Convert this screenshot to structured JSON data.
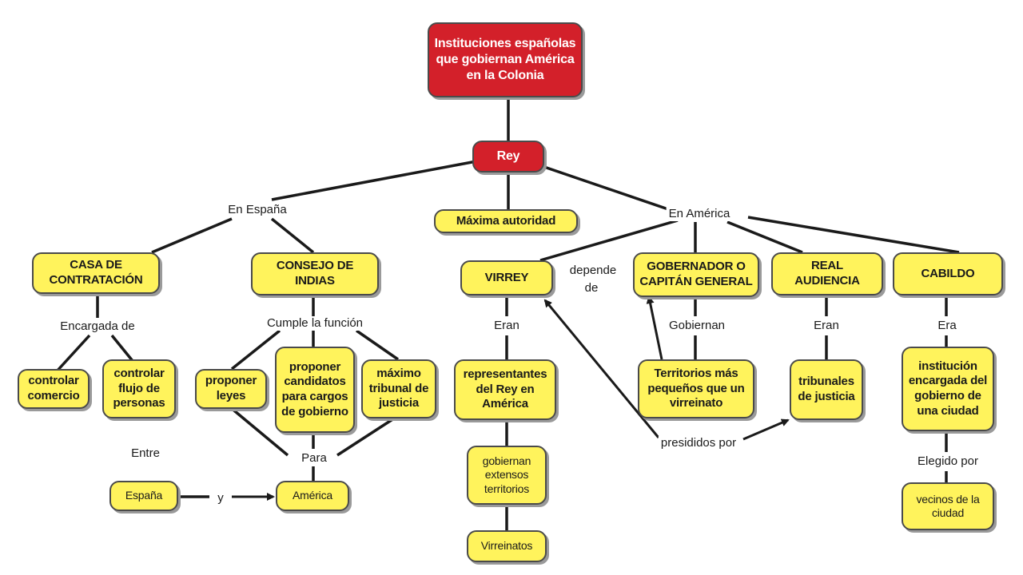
{
  "nodes": {
    "root": "Instituciones españolas que gobiernan América en la Colonia",
    "rey": "Rey",
    "maxima": "Máxima autoridad",
    "casa": "CASA DE CONTRATACIÓN",
    "consejo": "CONSEJO DE INDIAS",
    "virrey": "VIRREY",
    "gobernador": "GOBERNADOR O CAPITÁN GENERAL",
    "audiencia": "REAL AUDIENCIA",
    "cabildo": "CABILDO",
    "controlar_comercio": "controlar comercio",
    "controlar_flujo": "controlar flujo de personas",
    "proponer_leyes": "proponer leyes",
    "proponer_candidatos": "proponer candidatos para cargos de gobierno",
    "maximo_tribunal": "máximo tribunal de justicia",
    "representantes": "representantes del Rey en América",
    "territorios": "Territorios más pequeños que un virreinato",
    "tribunales": "tribunales de justicia",
    "institucion": "institución encargada del gobierno de una ciudad",
    "gobiernan_extensos": "gobiernan extensos territorios",
    "virreinatos": "Virreinatos",
    "espana": "España",
    "america": "América",
    "vecinos": "vecinos de la ciudad"
  },
  "labels": {
    "en_espana": "En España",
    "en_america": "En América",
    "encargada_de": "Encargada de",
    "cumple_la_funcion": "Cumple la función",
    "eran_virrey": "Eran",
    "depende_de_1": "depende",
    "depende_de_2": "de",
    "gobiernan": "Gobiernan",
    "eran_audiencia": "Eran",
    "era_cabildo": "Era",
    "entre": "Entre",
    "para": "Para",
    "y": "y",
    "presididos_por": "presididos por",
    "elegido_por": "Elegido por"
  },
  "colors": {
    "node_fill": "#fff35c",
    "root_fill": "#d3202a",
    "line": "#1a1a1a"
  }
}
